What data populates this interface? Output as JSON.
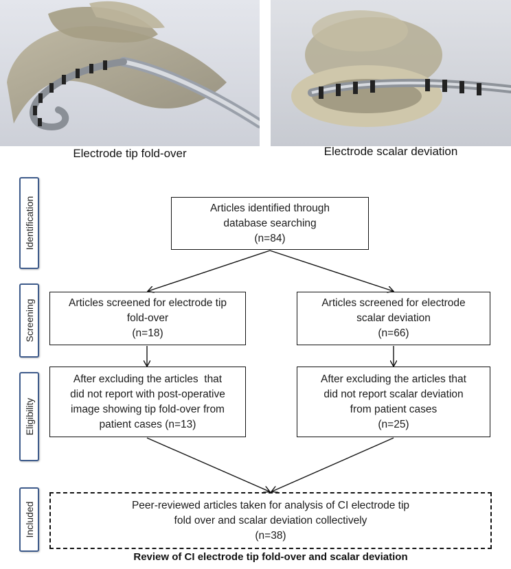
{
  "images": [
    {
      "caption": "Electrode tip fold-over",
      "depicts": "cochlea-electrode-tip-fold-over"
    },
    {
      "caption": "Electrode scalar deviation",
      "depicts": "cochlea-electrode-scalar-deviation"
    }
  ],
  "stages": {
    "identification": "Identification",
    "screening": "Screening",
    "eligibility": "Eligibility",
    "included": "Included"
  },
  "boxes": {
    "identified": {
      "line1": "Articles identified through",
      "line2": "database searching",
      "count": "(n=84)"
    },
    "screen_fold": {
      "line1": "Articles screened for electrode tip",
      "line2": "fold-over",
      "count": "(n=18)"
    },
    "screen_scalar": {
      "line1": "Articles screened for electrode",
      "line2": "scalar deviation",
      "count": "(n=66)"
    },
    "elig_fold": {
      "line1": "After excluding the articles  that",
      "line2": "did not report with post-operative",
      "line3": "image showing tip fold-over from",
      "line4": "patient cases (n=13)"
    },
    "elig_scalar": {
      "line1": "After excluding the articles that",
      "line2": "did not report scalar deviation",
      "line3": "from patient cases",
      "count": "(n=25)"
    },
    "included": {
      "line1": "Peer-reviewed articles taken for analysis of CI electrode tip",
      "line2": "fold over and scalar deviation collectively",
      "count": "(n=38)"
    }
  },
  "footer_title": "Review of CI electrode tip fold-over and scalar deviation"
}
